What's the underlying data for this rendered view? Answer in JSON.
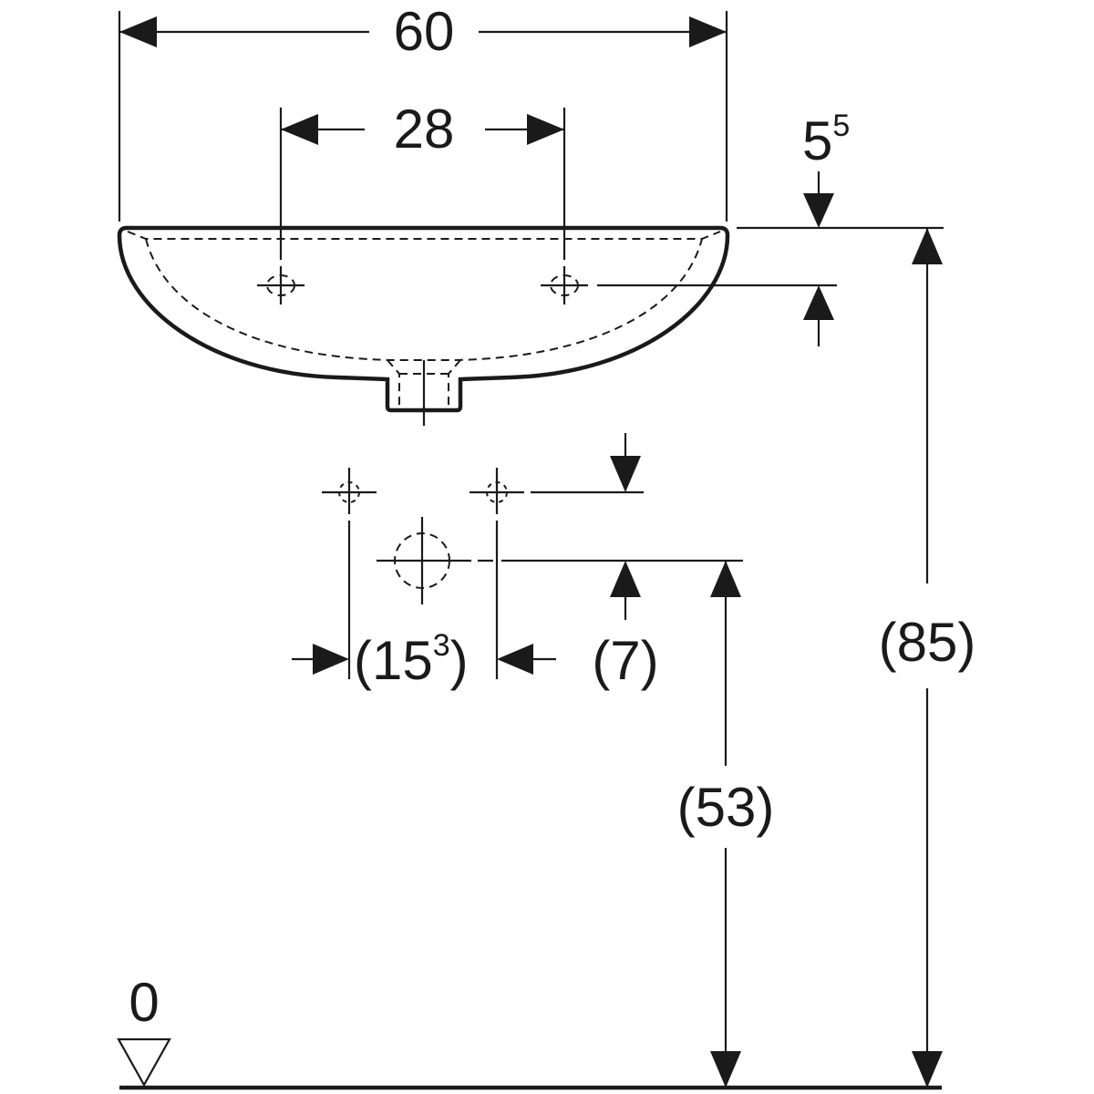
{
  "drawing": {
    "title": "Washbasin dimension drawing",
    "dimensions": {
      "overall_width": "60",
      "tap_hole_spacing": "28",
      "rim_to_tap_hole_base": "5",
      "rim_to_tap_hole_sup": "5",
      "supply_spacing_open": "(15",
      "supply_spacing_sup": "3",
      "supply_spacing_close": ")",
      "supply_above_waste": "(7)",
      "rim_height": "(85)",
      "waste_height": "(53)",
      "floor_level": "0"
    },
    "line_color": "#1a1a1a"
  }
}
